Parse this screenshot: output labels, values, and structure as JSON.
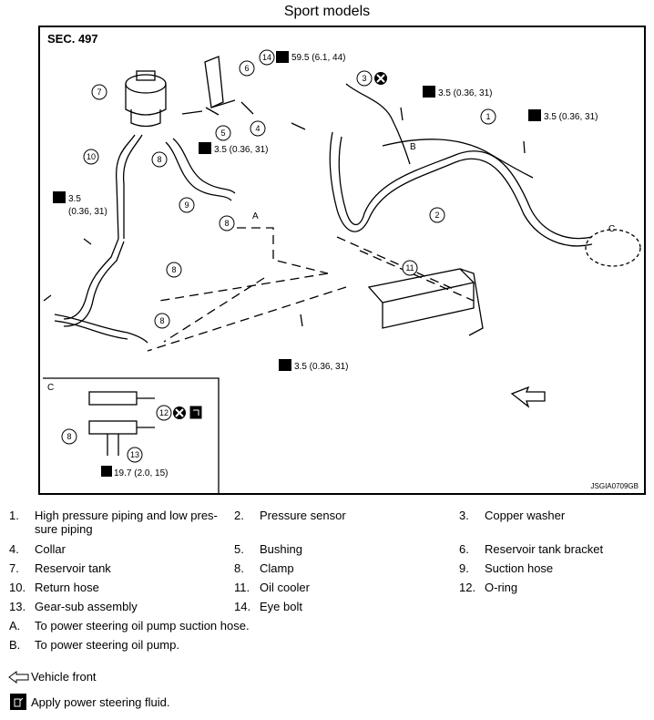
{
  "title": "Sport models",
  "section": "SEC. 497",
  "figure_code": "JSGIA0709GB",
  "torques": {
    "t14": "59.5 (6.1, 44)",
    "t_top_right_a": "3.5 (0.36, 31)",
    "t_top_right_b": "3.5 (0.36, 31)",
    "t_mid": "3.5 (0.36, 31)",
    "t_left_1": "3.5",
    "t_left_2": "(0.36, 31)",
    "t_bottom": "3.5 (0.36, 31)",
    "t_detail": "19.7 (2.0, 15)"
  },
  "callouts": {
    "A": "A",
    "B": "B",
    "C": "C",
    "detail_c": "C",
    "n1": "1",
    "n2": "2",
    "n3": "3",
    "n4": "4",
    "n5": "5",
    "n6": "6",
    "n7": "7",
    "n8": "8",
    "n9": "9",
    "n10": "10",
    "n11": "11",
    "n12": "12",
    "n13": "13",
    "n14": "14"
  },
  "legend": [
    [
      {
        "num": "1.",
        "line1": "High pressure piping and low pres-",
        "line2": "sure piping"
      },
      {
        "num": "2.",
        "line1": "Pressure sensor"
      },
      {
        "num": "3.",
        "line1": "Copper washer"
      }
    ],
    [
      {
        "num": "4.",
        "line1": "Collar"
      },
      {
        "num": "5.",
        "line1": "Bushing"
      },
      {
        "num": "6.",
        "line1": "Reservoir tank bracket"
      }
    ],
    [
      {
        "num": "7.",
        "line1": "Reservoir tank"
      },
      {
        "num": "8.",
        "line1": "Clamp"
      },
      {
        "num": "9.",
        "line1": "Suction hose"
      }
    ],
    [
      {
        "num": "10.",
        "line1": "Return hose"
      },
      {
        "num": "11.",
        "line1": "Oil cooler"
      },
      {
        "num": "12.",
        "line1": "O-ring"
      }
    ],
    [
      {
        "num": "13.",
        "line1": "Gear-sub assembly"
      },
      {
        "num": "14.",
        "line1": "Eye bolt"
      }
    ]
  ],
  "notes": {
    "A": {
      "num": "A.",
      "text": "To power steering oil pump suction hose."
    },
    "B": {
      "num": "B.",
      "text": "To power steering oil pump."
    },
    "front": "Vehicle front",
    "fluid": "Apply power steering fluid."
  }
}
